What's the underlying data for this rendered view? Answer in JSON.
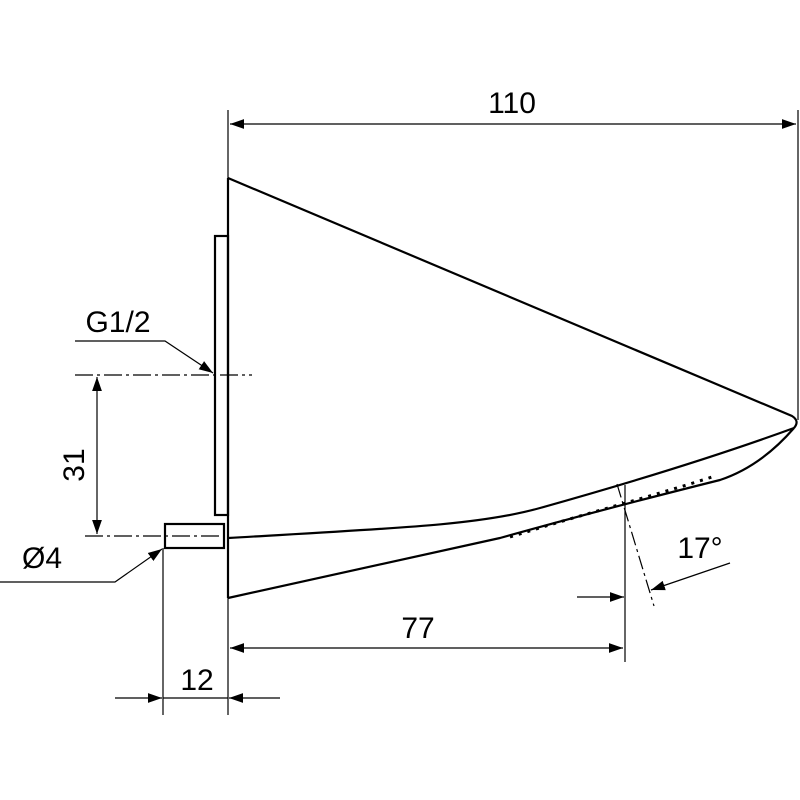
{
  "dimensions": {
    "overall_length": "110",
    "thread": "G1/2",
    "center_offset": "31",
    "pin_diameter": "Ø4",
    "pin_length": "12",
    "outlet_position": "77",
    "spray_angle": "17°"
  },
  "colors": {
    "line": "#000000",
    "background": "#ffffff"
  }
}
